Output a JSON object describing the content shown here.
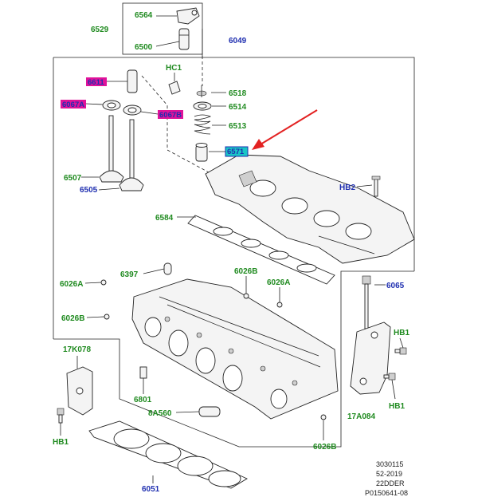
{
  "diagram": {
    "labels": {
      "l6564": "6564",
      "l6529": "6529",
      "l6500": "6500",
      "l6049": "6049",
      "lHC1": "HC1",
      "l6518": "6518",
      "l6514": "6514",
      "l6513": "6513",
      "l6507": "6507",
      "l6505": "6505",
      "lHB2": "HB2",
      "l6584": "6584",
      "l6397": "6397",
      "l6026B_top": "6026B",
      "l6026A_right": "6026A",
      "l6026A_left": "6026A",
      "l6026B_left": "6026B",
      "l6065": "6065",
      "lHB1_right_top": "HB1",
      "l17K078": "17K078",
      "l6801": "6801",
      "l8A560": "8A560",
      "l17A084": "17A084",
      "lHB1_right_bot": "HB1",
      "lHB1_left": "HB1",
      "l6026B_bottom": "6026B",
      "l6051": "6051"
    },
    "highlighted_labels": {
      "h6611": "6611",
      "h6067A": "6067A",
      "h6067B": "6067B",
      "h6571": "6571"
    },
    "footer": {
      "line1": "3030115",
      "line2": "52-2019",
      "line3": "22DDER",
      "line4": "P0150641-08"
    },
    "colors": {
      "green_label": "#1f8a1f",
      "blue_label": "#1f2fb0",
      "highlight_fill": "#e0129a",
      "highlight_fill_cyan": "#19c6c6",
      "arrow": "#e32222"
    }
  }
}
